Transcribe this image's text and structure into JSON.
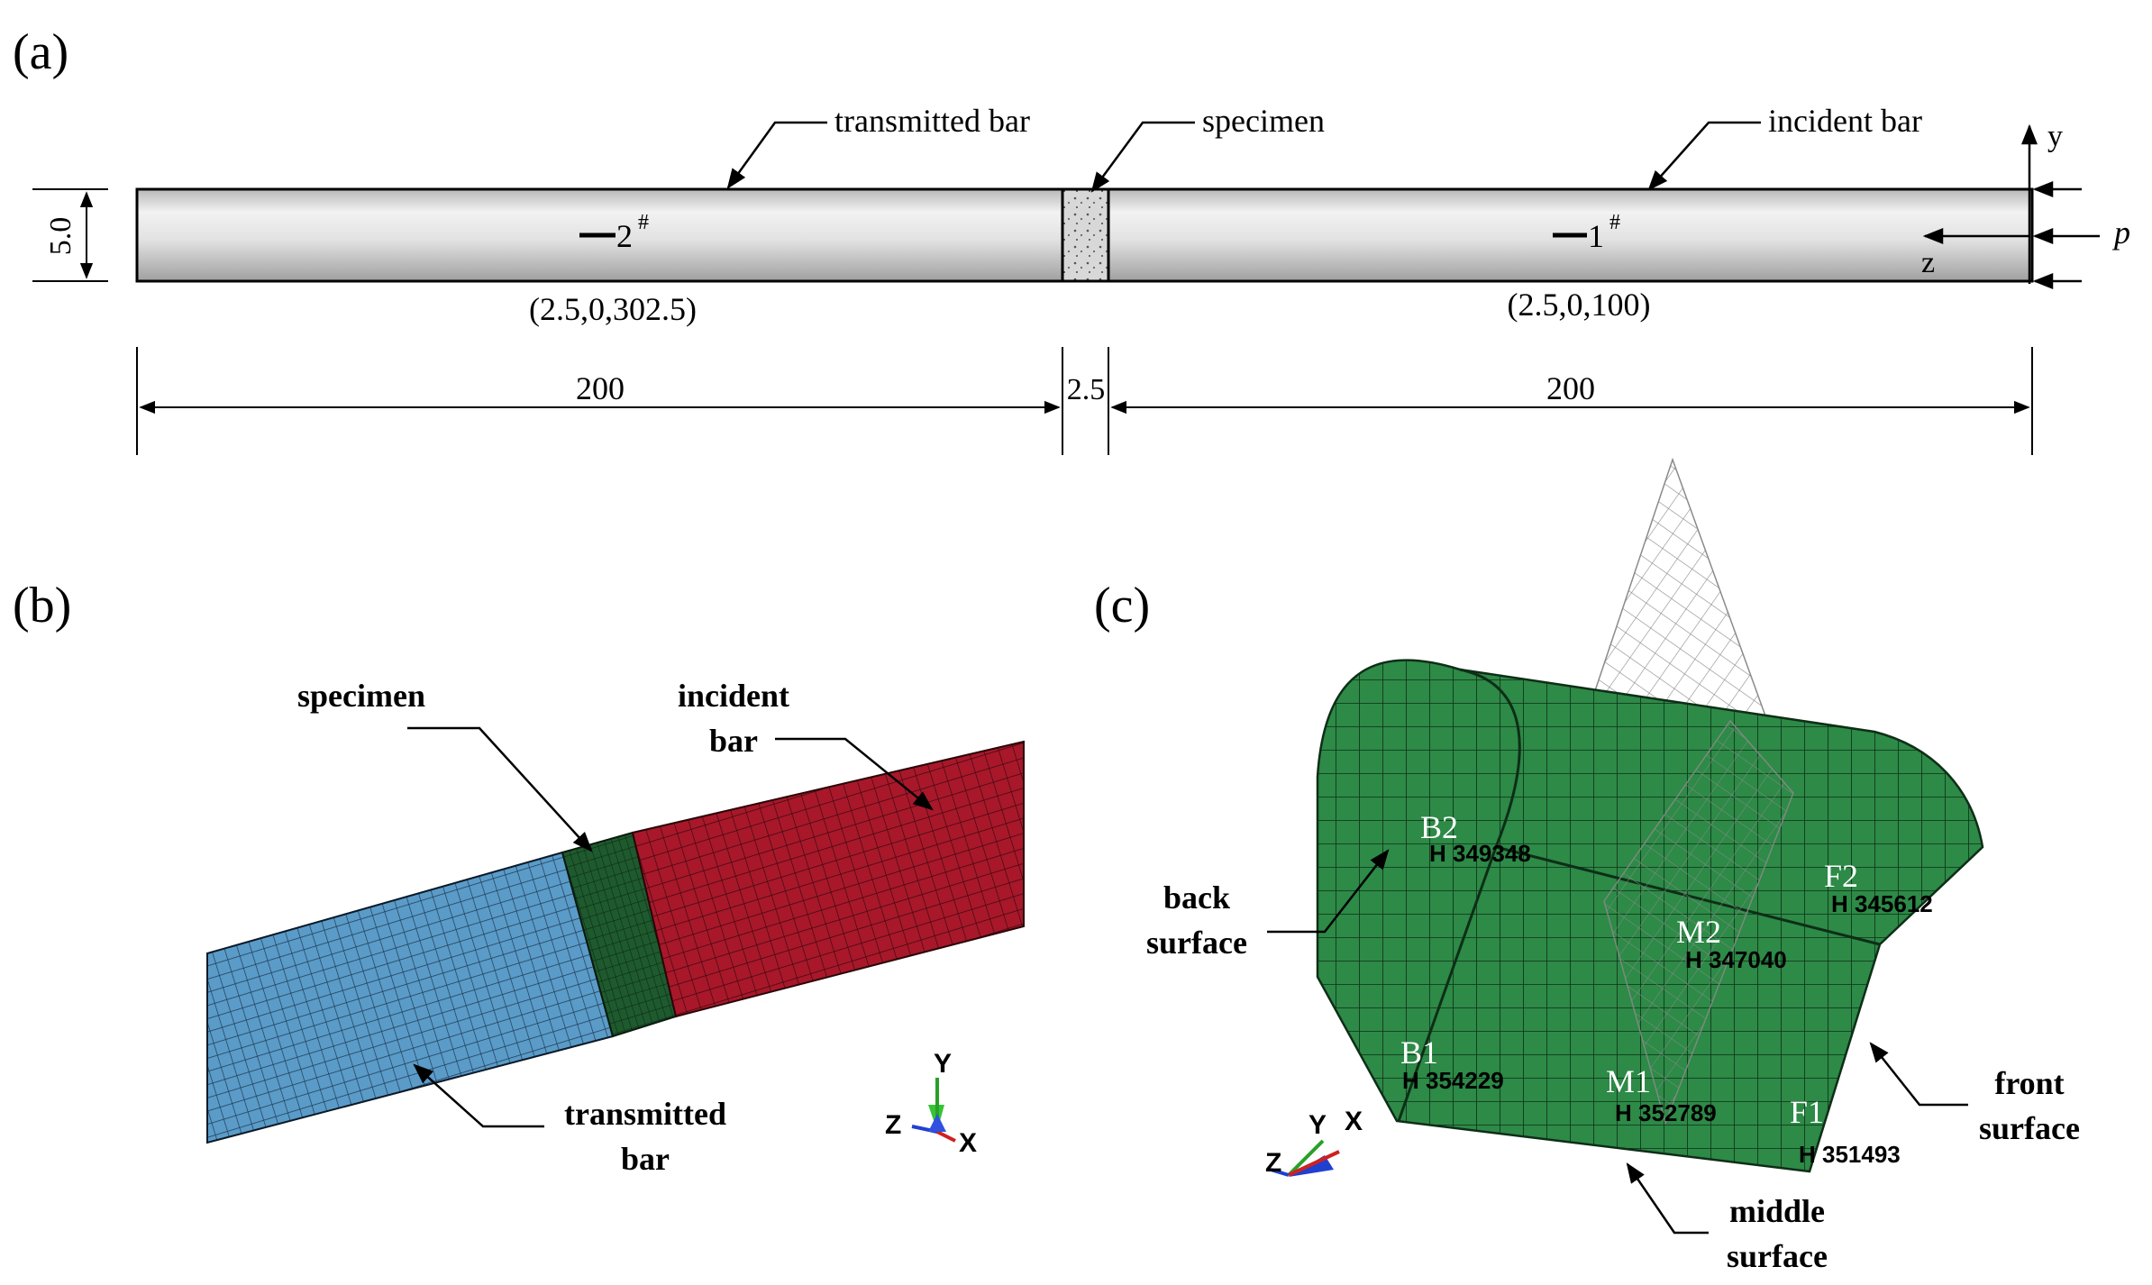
{
  "panel_a": {
    "label": "(a)",
    "callouts": {
      "transmitted_bar": "transmitted bar",
      "specimen": "specimen",
      "incident_bar": "incident bar"
    },
    "dim_height": "5.0",
    "gauge_2": "2",
    "gauge_1": "1",
    "gauge_mark": "#",
    "coord_2": "(2.5,0,302.5)",
    "coord_1": "(2.5,0,100)",
    "axis_y": "y",
    "axis_z": "z",
    "load": "p",
    "dim_left": "200",
    "dim_spec": "2.5",
    "dim_right": "200"
  },
  "panel_b": {
    "label": "(b)",
    "specimen": "specimen",
    "incident_line1": "incident",
    "incident_line2": "bar",
    "transmitted_line1": "transmitted",
    "transmitted_line2": "bar",
    "triad_y": "Y",
    "triad_z": "Z",
    "triad_x": "X",
    "colors": {
      "transmitted": "#5b9bc8",
      "specimen": "#1e5a2e",
      "incident": "#a8182a"
    }
  },
  "panel_c": {
    "label": "(c)",
    "points": {
      "B2": "B2",
      "B2_node": "H 349348",
      "F2": "F2",
      "F2_node": "H 345612",
      "M2": "M2",
      "M2_node": "H 347040",
      "B1": "B1",
      "B1_node": "H 354229",
      "M1": "M1",
      "M1_node": "H 352789",
      "F1": "F1",
      "F1_node": "H 351493"
    },
    "back_line1": "back",
    "back_line2": "surface",
    "front_line1": "front",
    "front_line2": "surface",
    "middle_line1": "middle",
    "middle_line2": "surface",
    "triad_y": "Y",
    "triad_x": "X",
    "triad_z": "Z",
    "colors": {
      "specimen": "#2d8a47"
    }
  }
}
